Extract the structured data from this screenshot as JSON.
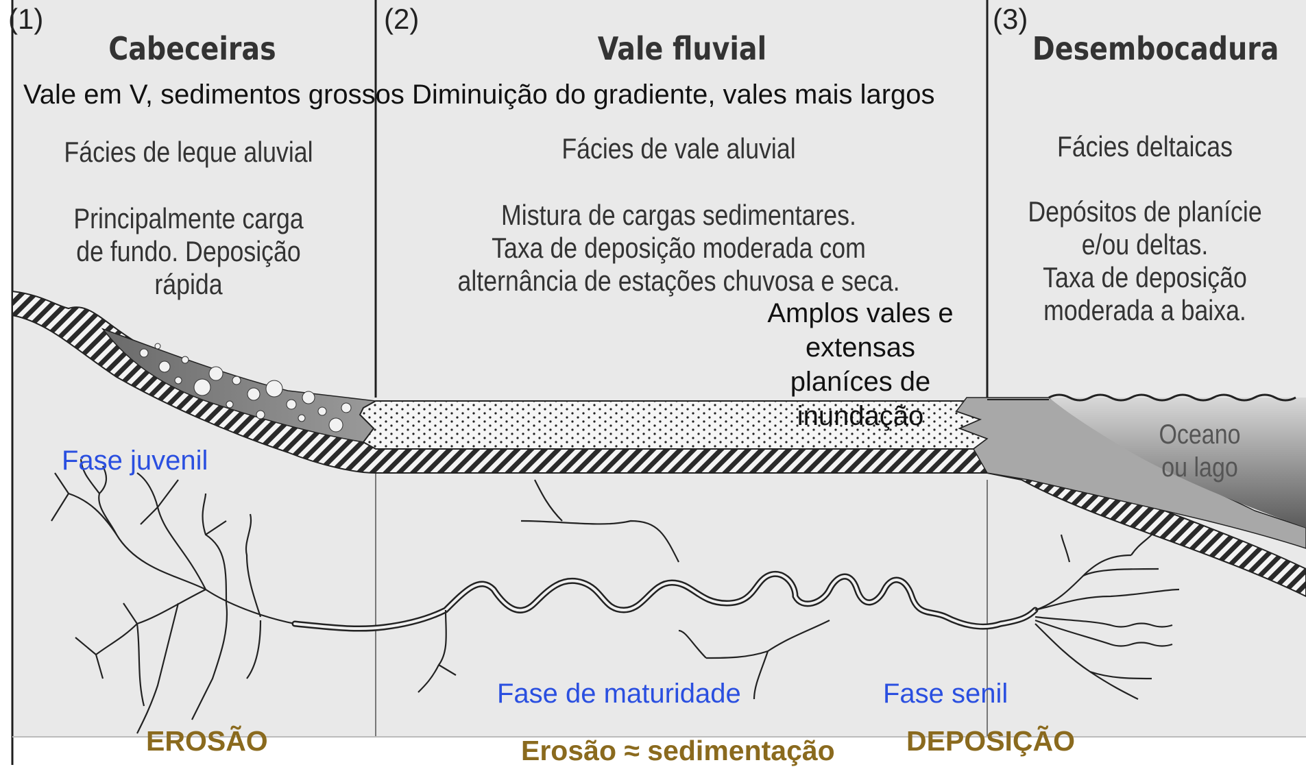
{
  "sections": [
    {
      "number": "(1)",
      "title": "Cabeceiras",
      "facies": "Fácies de leque aluvial",
      "description": [
        "Principalmente carga",
        "de fundo. Deposição",
        "rápida"
      ]
    },
    {
      "number": "(2)",
      "title": "Vale fluvial",
      "facies": "Fácies de vale aluvial",
      "description": [
        "Mistura de cargas sedimentares.",
        "Taxa de deposição moderada com",
        "alternância de estações chuvosa e seca."
      ]
    },
    {
      "number": "(3)",
      "title": "Desembocadura",
      "facies": "Fácies deltaicas",
      "description": [
        "Depósitos de planície",
        "e/ou deltas.",
        "Taxa de deposição",
        "moderada a baixa."
      ]
    }
  ],
  "overlay_text": {
    "valley_note": "Vale em V, sedimentos  grossos Diminuição do gradiente, vales mais largos",
    "floodplain_note": [
      "Amplos vales e",
      "extensas",
      "planíces de",
      "inundação"
    ],
    "ocean_label": [
      "Oceano",
      "ou lago"
    ]
  },
  "phases": {
    "juvenile": "Fase juvenil",
    "maturity": "Fase de maturidade",
    "senile": "Fase senil"
  },
  "processes": {
    "erosion": "EROSÃO",
    "balance": "Erosão ≈ sedimentação",
    "deposition": "DEPOSIÇÃO"
  },
  "colors": {
    "phase_text": "#2a4fe0",
    "process_text": "#8a6a1e",
    "paper": "#e9e9e9",
    "frame": "#1e1e1e"
  }
}
